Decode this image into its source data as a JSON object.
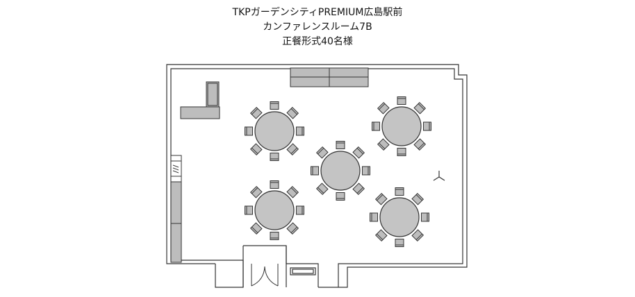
{
  "title": {
    "venue": "TKPガーデンシティPREMIUM広島駅前",
    "room": "カンファレンスルーム7B",
    "layout": "正餐形式40名様"
  },
  "floorplan": {
    "round_tables": 5,
    "chairs_per_table": 8,
    "icons": [
      "l-shaped-counter-icon",
      "wardrobe-icon",
      "double-door-icon",
      "ceiling-fan-icon"
    ]
  }
}
